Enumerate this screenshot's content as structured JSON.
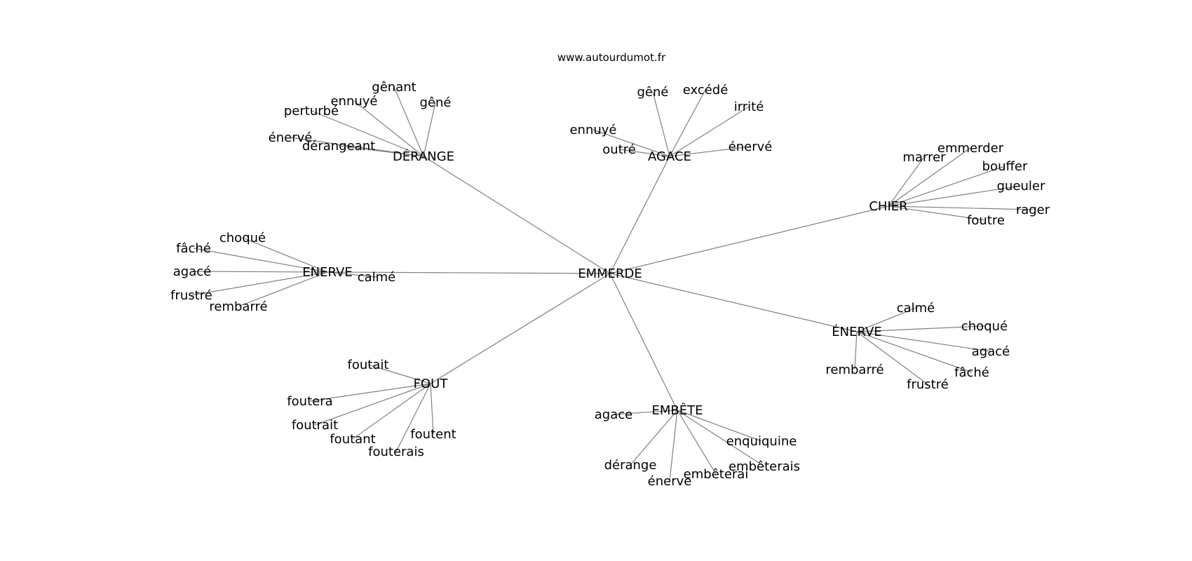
{
  "site": "www.autourdumot.fr",
  "colors": {
    "edge": "#808080",
    "text": "#000000",
    "background": "#ffffff"
  },
  "graph": {
    "center": "EMMERDE",
    "clusters": [
      {
        "hub": "DÉRANGE",
        "leaves": [
          "gênant",
          "gêné",
          "ennuyé",
          "perturbé",
          "énervé",
          "dérangeant"
        ]
      },
      {
        "hub": "AGACE",
        "leaves": [
          "gêné",
          "excédé",
          "irrité",
          "ennuyé",
          "outré",
          "énervé"
        ]
      },
      {
        "hub": "CHIER",
        "leaves": [
          "emmerder",
          "marrer",
          "bouffer",
          "gueuler",
          "rager",
          "foutre"
        ]
      },
      {
        "hub": "ÉNERVE",
        "leaves": [
          "calmé",
          "choqué",
          "agacé",
          "fâché",
          "frustré",
          "rembarré"
        ]
      },
      {
        "hub": "EMBÊTE",
        "leaves": [
          "agace",
          "enquiquine",
          "embêterais",
          "embêterai",
          "énerve",
          "dérange"
        ]
      },
      {
        "hub": "FOUT",
        "leaves": [
          "foutait",
          "foutera",
          "foutrait",
          "foutant",
          "fouterais",
          "foutent"
        ]
      },
      {
        "hub": "ENERVE",
        "leaves": [
          "choqué",
          "fâché",
          "agacé",
          "frustré",
          "rembarré",
          "calmé"
        ]
      }
    ]
  }
}
